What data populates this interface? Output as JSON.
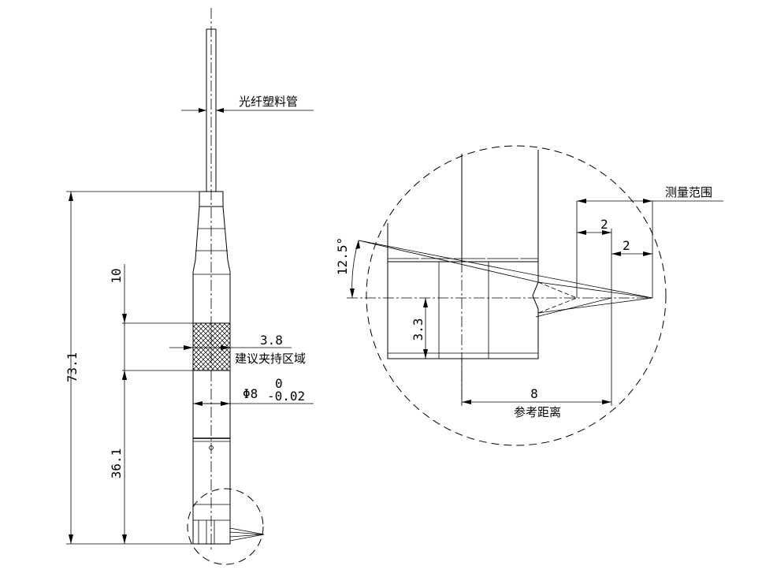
{
  "labels": {
    "fiber_tube": "光纤塑料管",
    "clamp_area": "建议夹持区域",
    "measure_range": "测量范围",
    "reference_distance": "参考距离"
  },
  "dimensions": {
    "total_length": "73.1",
    "clamp_length": "10",
    "lower_length": "36.1",
    "clamp_width": "3.8",
    "diameter_prefix": "Φ8",
    "tol_upper": "0",
    "tol_lower": "-0.02",
    "angle": "12.5°",
    "height": "3.3",
    "ref_distance": "8",
    "range_a": "2",
    "range_b": "2"
  }
}
